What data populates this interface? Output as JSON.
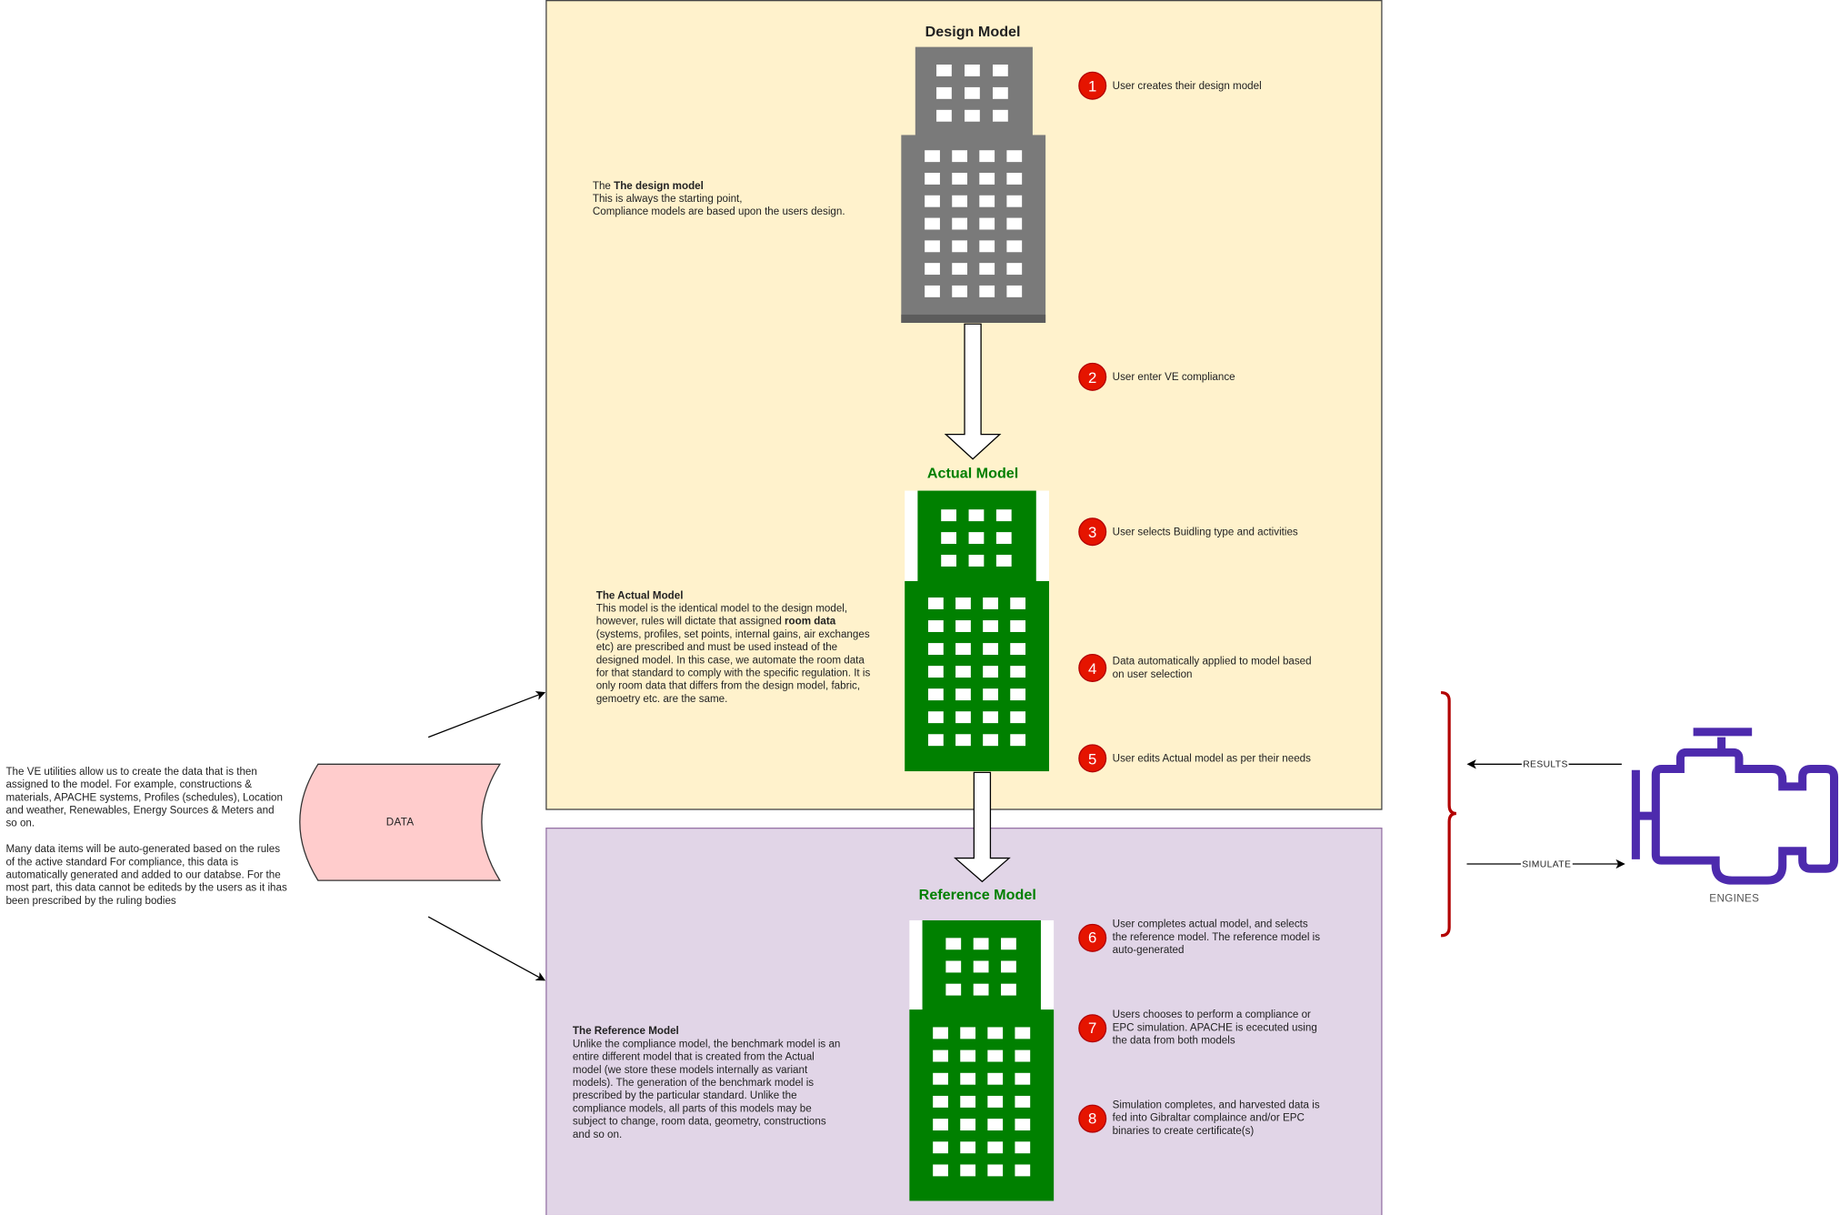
{
  "design": {
    "title": "Design Model",
    "desc_bold": "The design model",
    "desc_prefix": "The ",
    "desc_body": "This is always the starting point,\nCompliance models are based upon the users design."
  },
  "actual": {
    "title": "Actual Model",
    "desc_heading": "The Actual Model",
    "desc_part1": "This model is the identical model to the design model, however, rules will dictate that assigned ",
    "desc_bold": "room data",
    "desc_part2": " (systems, profiles, set points, internal gains, air exchanges etc) are prescribed and must be used instead of the designed model.  In this case, we automate the room data for that standard to comply with the specific regulation.  It is only room data that differs from the design model, fabric, gemoetry etc. are the same."
  },
  "reference": {
    "title": "Reference Model",
    "desc_heading": "The Reference Model",
    "desc_body": "Unlike the compliance model, the benchmark model is an entire different model that is created from the Actual model (we store these models internally as variant models).  The generation of the benchmark model is prescribed by the particular standard.  Unlike the compliance models, all parts of this models may be subject to change, room data, geometry, constructions and so on."
  },
  "steps": [
    {
      "n": "1",
      "text": "User creates their design model"
    },
    {
      "n": "2",
      "text": "User enter VE compliance"
    },
    {
      "n": "3",
      "text": "User selects Buidling type and activities"
    },
    {
      "n": "4",
      "text": "Data automatically applied to model based on user selection"
    },
    {
      "n": "5",
      "text": "User edits Actual model as per their needs"
    },
    {
      "n": "6",
      "text": "User completes actual model, and selects the reference model.  The reference model is auto-generated"
    },
    {
      "n": "7",
      "text": "Users chooses to perform a compliance or EPC simulation.  APACHE is ececuted using the data from both models"
    },
    {
      "n": "8",
      "text": "Simulation completes, and harvested data is fed into Gibraltar complaince and/or EPC binaries to create certificate(s)"
    }
  ],
  "data_shape": {
    "label": "DATA"
  },
  "data_note": {
    "para1": "The VE utilities allow us to create the data that is then assigned to the model.  For example, constructions & materials, APACHE systems, Profiles (schedules), Location and weather, Renewables, Energy Sources & Meters and so on.",
    "para2": "Many data items will be auto-generated based on the rules of the active standard  For compliance, this data is automatically generated and added to our databse.  For the most part, this data cannot be editeds by the users as it ihas been prescribed by the ruling bodies"
  },
  "engine": {
    "results_label": "RESULTS",
    "simulate_label": "SIMULATE",
    "label": "ENGINES"
  },
  "colors": {
    "design_panel": "#fff2cc",
    "reference_panel": "#e1d5e7",
    "grey_building": "#7a7a7a",
    "green_building": "#008000",
    "step_badge": "#e51400",
    "bracket": "#b20000",
    "engine": "#4d2aad",
    "data_shape": "#ffcccc"
  }
}
